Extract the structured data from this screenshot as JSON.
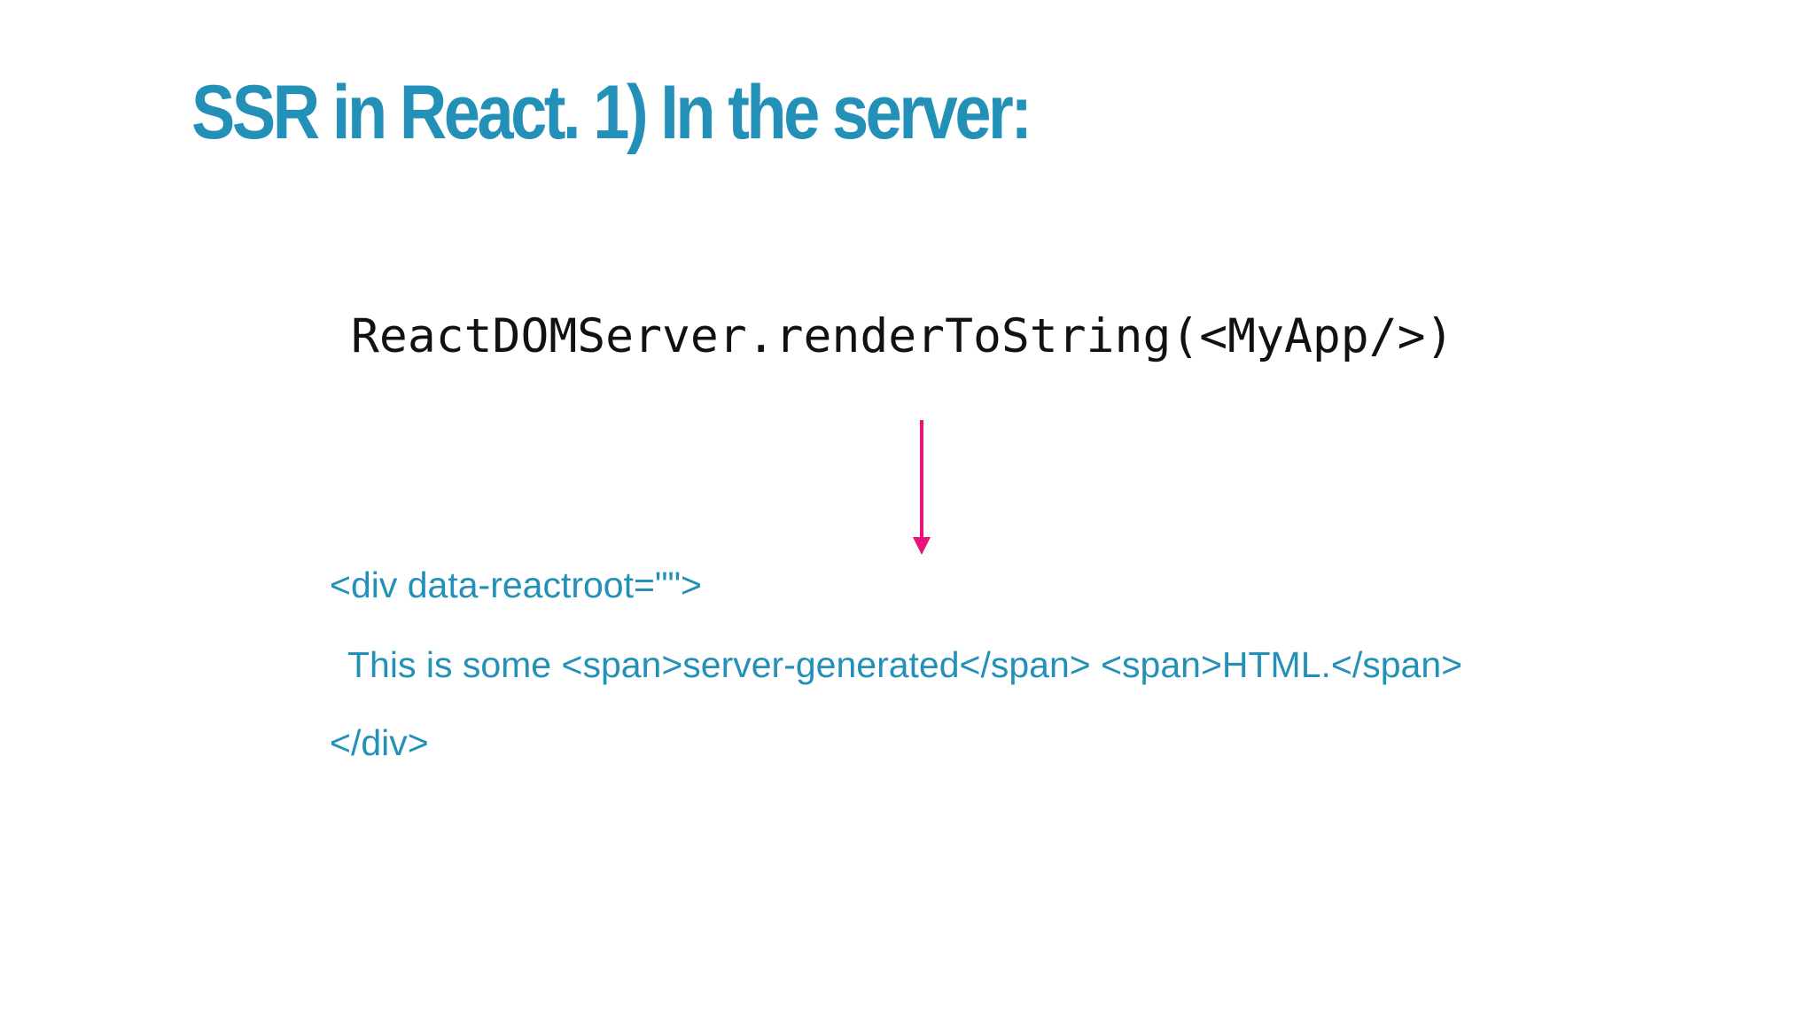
{
  "slide": {
    "title": "SSR in React. 1) In the server:",
    "code_call": "ReactDOMServer.renderToString(<MyApp/>)",
    "output_lines": [
      "<div data-reactroot=\"\">",
      "This is some <span>server-generated</span> <span>HTML.</span>",
      "</div>"
    ]
  },
  "colors": {
    "title": "#2390b8",
    "code": "#111111",
    "arrow": "#e8127c",
    "output": "#2390b8",
    "background": "#ffffff"
  },
  "icons": {
    "arrow": "arrow-down-icon"
  }
}
